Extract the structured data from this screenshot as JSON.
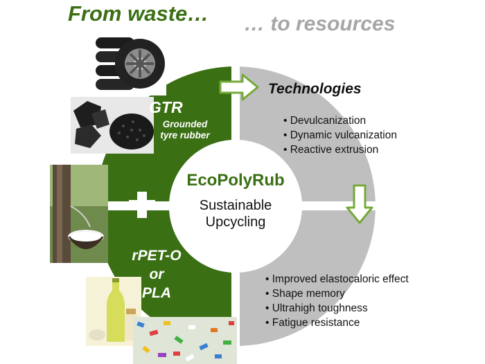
{
  "header": {
    "from_waste": "From waste…",
    "to_resources": "… to resources"
  },
  "gtr": {
    "title": "GTR",
    "subtitle_line1": "Grounded",
    "subtitle_line2": "tyre rubber"
  },
  "plus_symbol": "+",
  "rpet": {
    "line1": "rPET-O",
    "line2": "or",
    "line3": "PLA"
  },
  "center": {
    "title": "EcoPolyRub",
    "line1": "Sustainable",
    "line2": "Upcycling"
  },
  "technologies": {
    "title": "Technologies",
    "items": [
      "Devulcanization",
      "Dynamic vulcanization",
      "Reactive extrusion"
    ]
  },
  "properties": {
    "items": [
      "Improved elastocaloric effect",
      "Shape memory",
      "Ultrahigh toughness",
      "Fatigue resistance"
    ]
  },
  "colors": {
    "green": "#3a6f14",
    "gray": "#bfbfbf",
    "title_gray": "#a6a6a6",
    "arrow_fill": "#ffffff",
    "arrow_stroke": "#76a83a"
  },
  "icons": [
    "arrow-right-icon",
    "arrow-down-icon",
    "plus-icon"
  ]
}
